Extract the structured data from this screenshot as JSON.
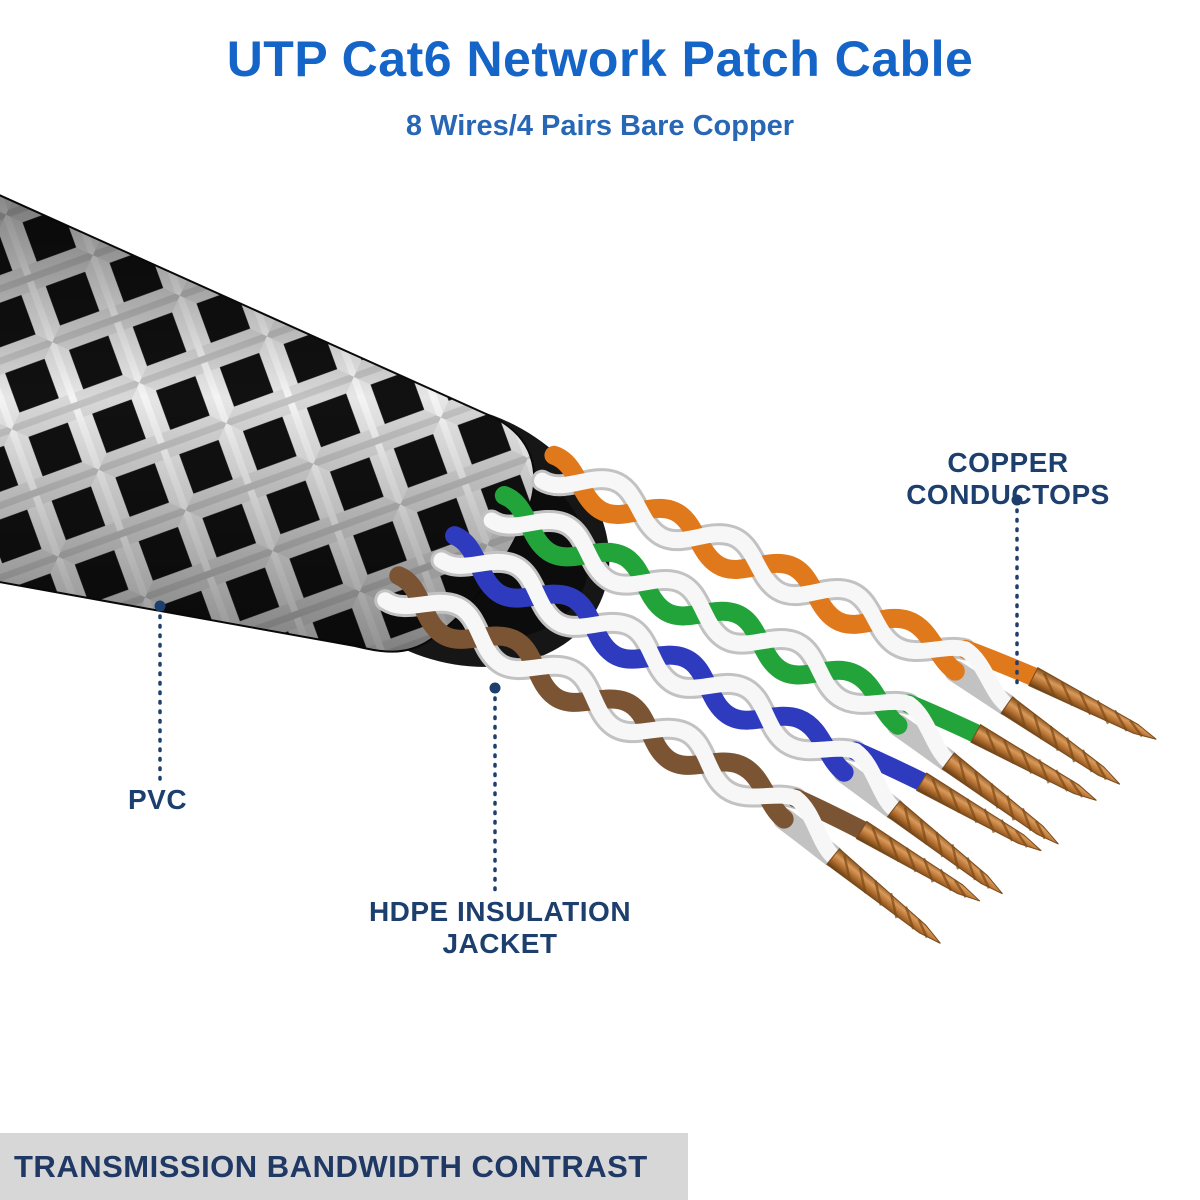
{
  "header": {
    "title": "UTP Cat6 Network Patch Cable",
    "subtitle": "8 Wires/4 Pairs Bare Copper"
  },
  "callouts": {
    "copper_conductors": "COPPER CONDUCTOPS",
    "pvc": "PVC",
    "hdpe_insulation": "HDPE INSULATION JACKET"
  },
  "footer": {
    "banner_title": "TRANSMISSION BANDWIDTH CONTRAST"
  },
  "colors": {
    "heading_blue": "#1565c8",
    "label_navy": "#1c3f6e",
    "banner_bg": "#d7d7d7",
    "banner_text": "#1f3864",
    "wire_orange": "#e0791c",
    "wire_green": "#22a43a",
    "wire_blue": "#2f3bbf",
    "wire_brown": "#7b5433",
    "wire_white": "#f7f7f7",
    "copper": "#b87333",
    "cable_black": "#141414",
    "braid_white": "#e6e6e6"
  }
}
